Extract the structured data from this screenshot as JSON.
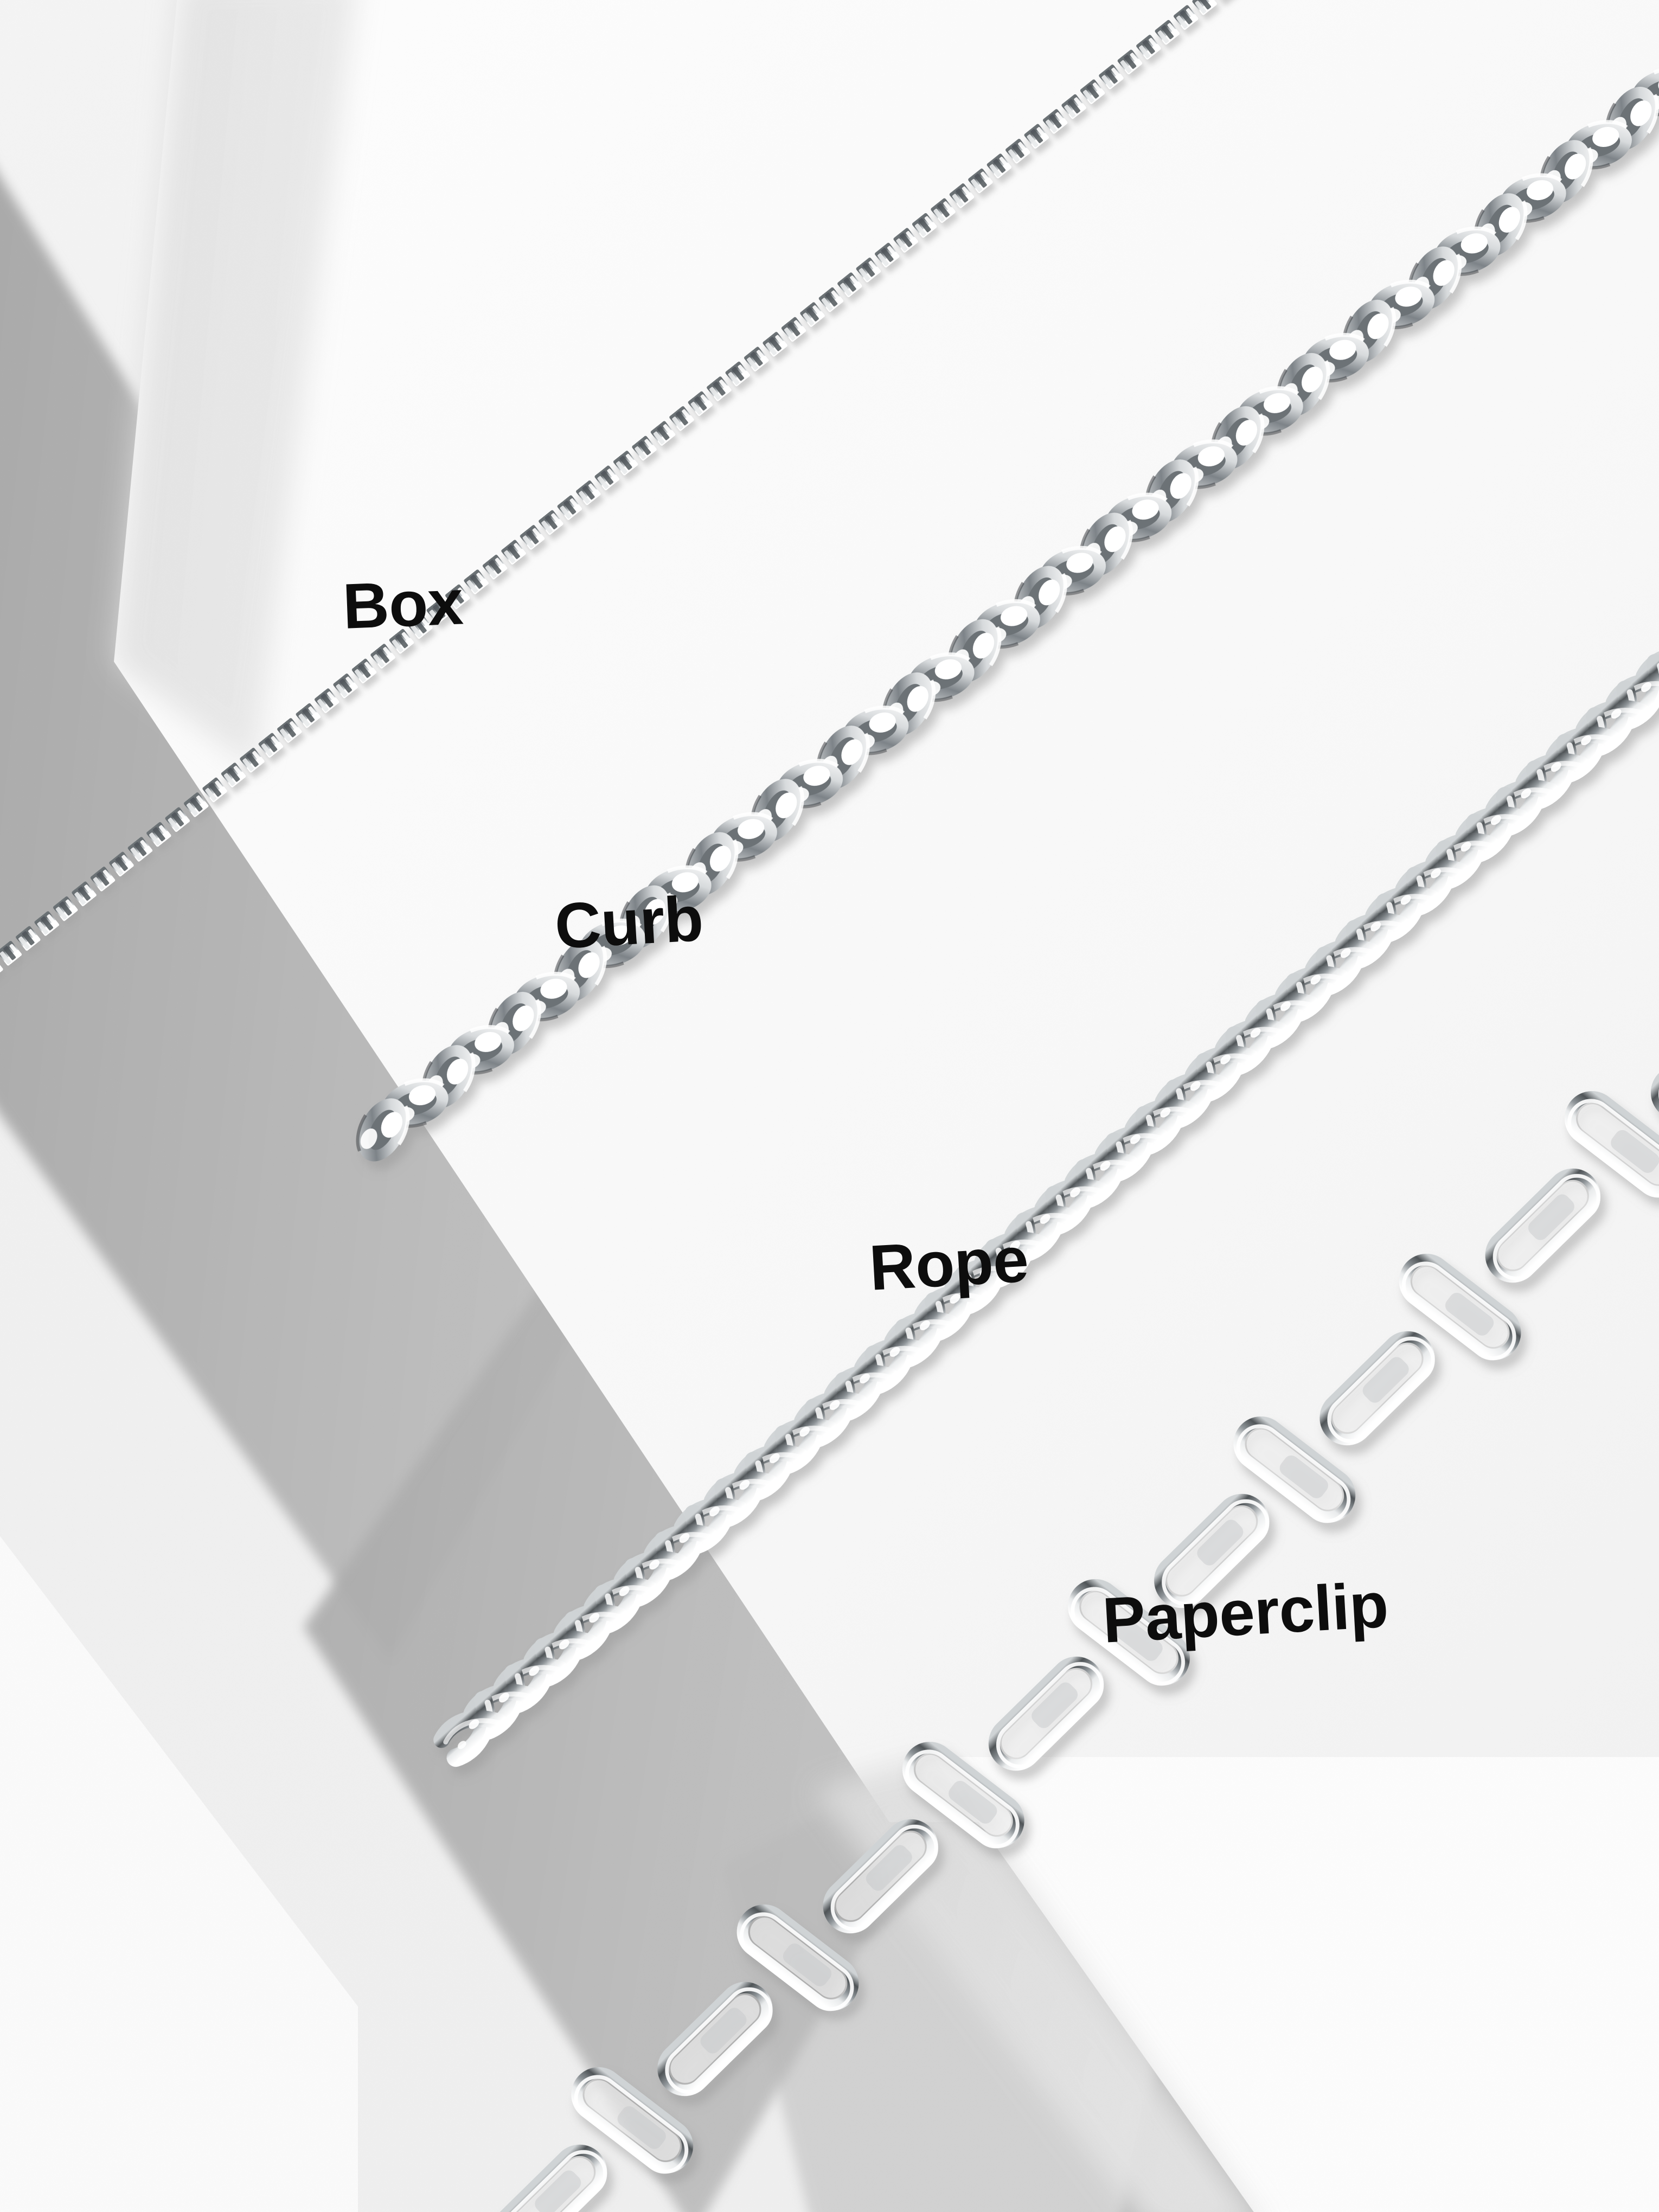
{
  "scene": {
    "kind": "product-photograph",
    "subject": "silver jewelry chain styles laid diagonally on a white paper set with gray cast shadows",
    "background_color": "#f2f2f2",
    "paper_highlight_color": "#fbfbfb",
    "shadow_color": "#b4b4b4",
    "soft_shadow_color": "#d8d8d8",
    "metal_light": "#ffffff",
    "metal_mid": "#c9ccce",
    "metal_dark": "#5d6266",
    "label_color": "#0d0d0d"
  },
  "labels": {
    "box": "Box",
    "curb": "Curb",
    "rope": "Rope",
    "paperclip": "Paperclip"
  },
  "chains": [
    {
      "id": "box",
      "name": "Box",
      "link_style": "square-box-links",
      "gauge": "fine",
      "label": "Box"
    },
    {
      "id": "curb",
      "name": "Curb",
      "link_style": "flattened-interlocking-oval-links",
      "gauge": "medium",
      "label": "Curb"
    },
    {
      "id": "rope",
      "name": "Rope",
      "link_style": "twisted-helical-strands",
      "gauge": "medium",
      "label": "Rope"
    },
    {
      "id": "paperclip",
      "name": "Paperclip",
      "link_style": "elongated-rounded-rectangle-links",
      "gauge": "heavy",
      "label": "Paperclip"
    }
  ]
}
